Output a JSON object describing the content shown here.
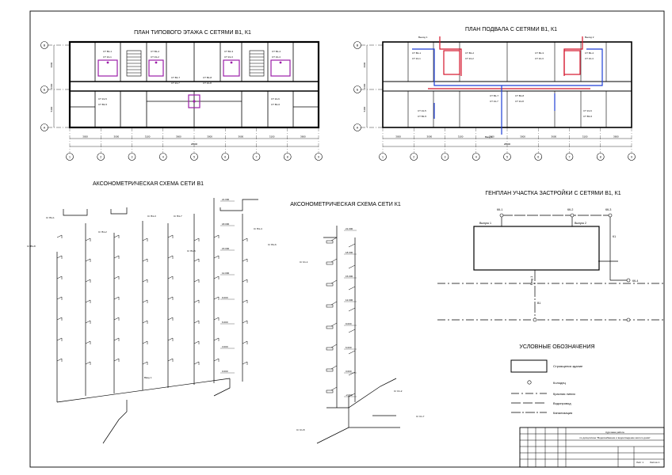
{
  "titles": {
    "typical_floor": "ПЛАН ТИПОВОГО ЭТАЖА С СЕТЯМИ В1, К1",
    "basement": "ПЛАН ПОДВАЛА С СЕТЯМИ В1, К1",
    "axo_v1": "АКСОНОМЕТРИЧЕСКАЯ СХЕМА СЕТИ В1",
    "axo_k1": "АКСОНОМЕТРИЧЕСКАЯ СХЕМА СЕТИ К1",
    "genplan": "ГЕНПЛАН УЧАСТКА ЗАСТРОЙКИ С СЕТЯМИ В1, К1",
    "legend": "УСЛОВНЫЕ ОБОЗНАЧЕНИЯ"
  },
  "axes": {
    "rows": [
      "В",
      "Б",
      "А"
    ],
    "cols": [
      "1",
      "2",
      "3",
      "4",
      "5",
      "6",
      "7",
      "8",
      "9"
    ],
    "spans": [
      "3000",
      "3000",
      "3100",
      "3600",
      "3000",
      "3600",
      "3100",
      "3600",
      "3000"
    ],
    "total": "28900",
    "side_dims": [
      "6000",
      "1600",
      "5400"
    ]
  },
  "floor_risers": {
    "top": [
      "СТ В1-1",
      "СТ К1-1",
      "СТ В1-2",
      "СТ К1-2",
      "СТ В1-3",
      "СТ К1-3",
      "СТ В1-4",
      "СТ К1-4"
    ],
    "mid": [
      "СТ В1-7",
      "СТ К1-7",
      "СТ В1-8",
      "СТ К1-8"
    ],
    "bottom": [
      "СТ К1-5",
      "СТ В1-5",
      "СТ К1-6",
      "СТ В1-6"
    ]
  },
  "basement": {
    "outlet1": "Выход 1",
    "outlet2": "Выход 2",
    "inlet": "Ввод 1"
  },
  "axo_v1_labels": [
    "Ст В1-1",
    "Ст В1-2",
    "Ст В1-3",
    "Ст В1-7",
    "Ст В1-8",
    "Ст В1-4",
    "Ст В1-5",
    "Ст В1-6"
  ],
  "axo_v1_marks": [
    "21.000",
    "18.000",
    "15.000",
    "12.000",
    "9.000",
    "6.000",
    "3.000",
    "0.000"
  ],
  "axo_k1_labels": [
    "Ст К1-1",
    "Ст К1-2",
    "Ст К1-7",
    "Ст К1-8"
  ],
  "axo_k1_marks": [
    "21.000",
    "18.000",
    "15.000",
    "12.000",
    "9.000",
    "6.000",
    "3.000",
    "-2.000"
  ],
  "genplan": {
    "wells": [
      "КК-1",
      "КК-2",
      "КК-3",
      "КК-4"
    ],
    "outlets": [
      "Выпуск 1",
      "Выпуск 2"
    ],
    "inlet": "Ввод 1",
    "net_v": "В1",
    "net_k": "К1"
  },
  "legend_items": [
    "Строящееся здание",
    "Колодец",
    "Красная линия",
    "Водопровод",
    "Канализация"
  ],
  "stamp": {
    "line1": "Курсовая работа",
    "line2": "по дисциплине \"Водоснабжение и водоотведение жилого дома\"",
    "sheet": "Лист 1",
    "sheets": "Листов 1"
  },
  "colors": {
    "line": "#000000",
    "water": "#1f3fd6",
    "sewer": "#d4142b",
    "riser": "#9b1fa8"
  }
}
